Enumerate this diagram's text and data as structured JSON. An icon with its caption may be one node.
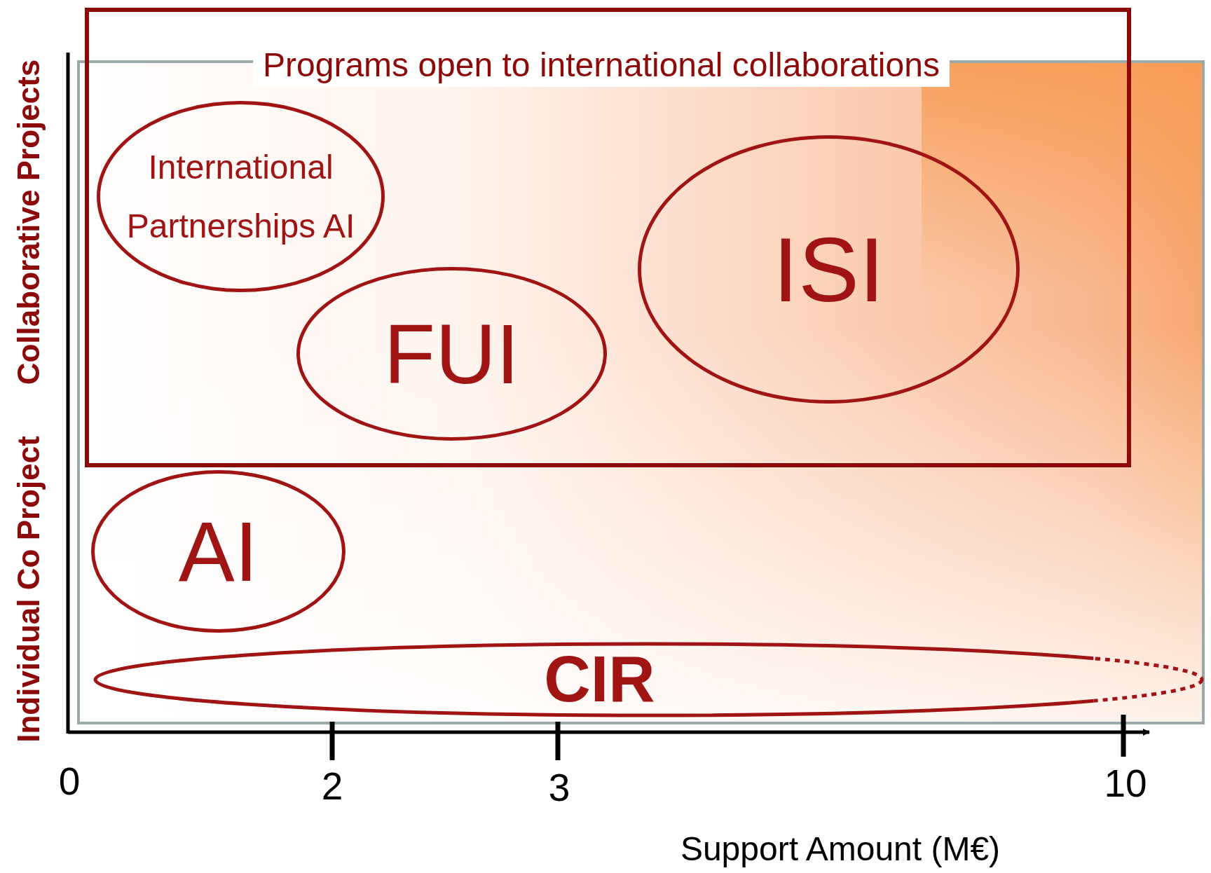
{
  "diagram": {
    "nodes": [
      {
        "text": [
          "Programs open to international collaborations"
        ]
      },
      {
        "text": [
          "International Partnerships AI"
        ],
        "in": 0
      },
      {
        "text": [
          "FUI"
        ],
        "in": 0
      },
      {
        "text": [
          "ISI"
        ],
        "in": 0
      },
      {
        "text": [
          "AI"
        ]
      },
      {
        "text": [
          "CIR"
        ]
      }
    ],
    "labels": [
      "Collaborative Projects",
      "Individual Co Project",
      "0",
      "2",
      "3",
      "10",
      "Support Amount (M€)"
    ]
  }
}
